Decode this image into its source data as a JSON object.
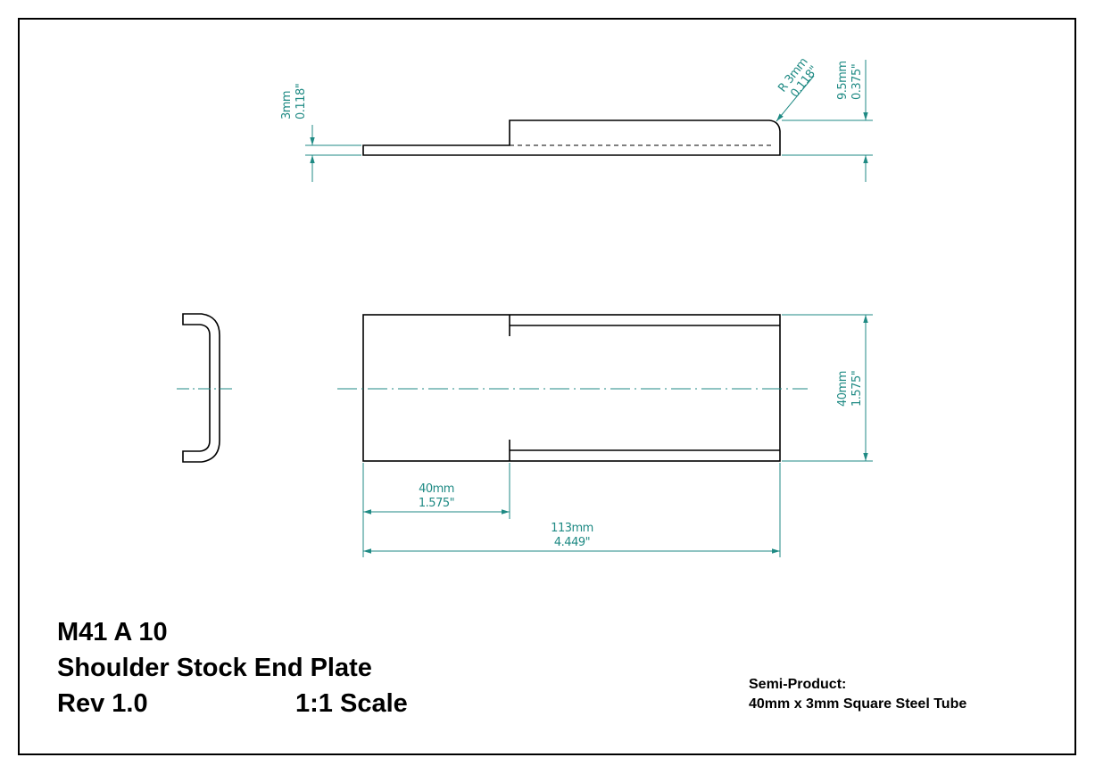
{
  "title_block": {
    "part_number": "M41 A 10",
    "part_name": "Shoulder Stock End Plate",
    "revision": "Rev 1.0",
    "scale": "1:1 Scale"
  },
  "semi_product": {
    "label": "Semi-Product:",
    "description": "40mm x 3mm Square Steel Tube"
  },
  "dimensions": {
    "thickness": {
      "mm": "3mm",
      "in": "0.118\""
    },
    "radius": {
      "mm": "R 3mm",
      "in": "0.118\""
    },
    "height": {
      "mm": "9.5mm",
      "in": "0.375\""
    },
    "width": {
      "mm": "40mm",
      "in": "1.575\""
    },
    "shoulder_length": {
      "mm": "40mm",
      "in": "1.575\""
    },
    "overall_length": {
      "mm": "113mm",
      "in": "4.449\""
    }
  },
  "colors": {
    "outline": "#000000",
    "dimension": "#1f8a84",
    "border": "#000000"
  }
}
